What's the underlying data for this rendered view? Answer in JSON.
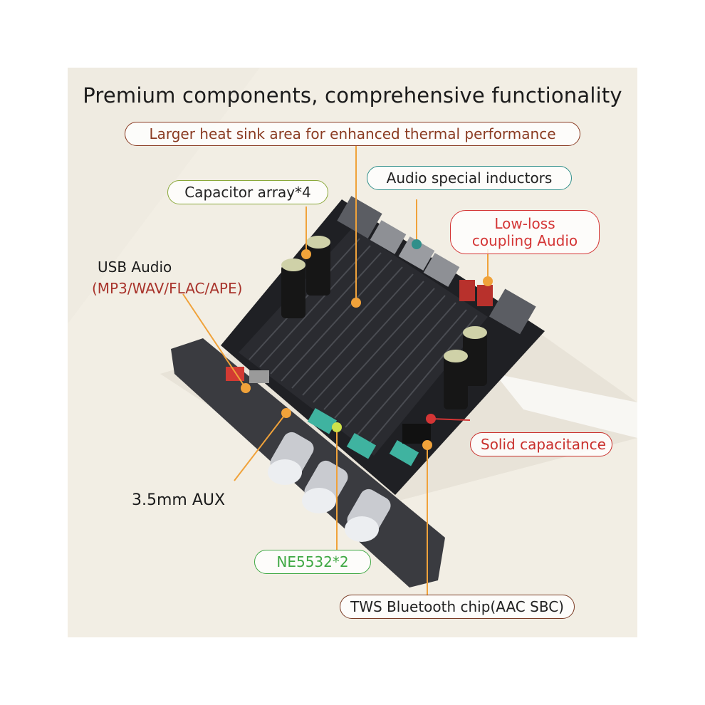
{
  "title": "Premium components, comprehensive functionality",
  "labels": {
    "heat_sink": "Larger heat sink area for enhanced thermal performance",
    "inductors": "Audio special inductors",
    "capacitor_array": "Capacitor array*4",
    "low_loss_line1": "Low-loss",
    "low_loss_line2": "coupling Audio",
    "usb_audio": "USB Audio",
    "usb_formats": "(MP3/WAV/FLAC/APE)",
    "solid_capacitance": "Solid capacitance",
    "aux": "3.5mm AUX",
    "ne5532": "NE5532*2",
    "bluetooth": "TWS Bluetooth chip(AAC SBC)"
  },
  "colors": {
    "heat_sink": "#8a3b22",
    "inductors": "#2f8f8a",
    "capacitor_array": "#8aa83a",
    "low_loss": "#d43535",
    "usb_formats": "#a8332b",
    "solid_capacitance": "#c9302c",
    "ne5532": "#3fa843",
    "bluetooth": "#7a3b24",
    "pointer": "#f0a23a",
    "board": "#1e1f22",
    "heatsink_metal": "#26272b"
  }
}
